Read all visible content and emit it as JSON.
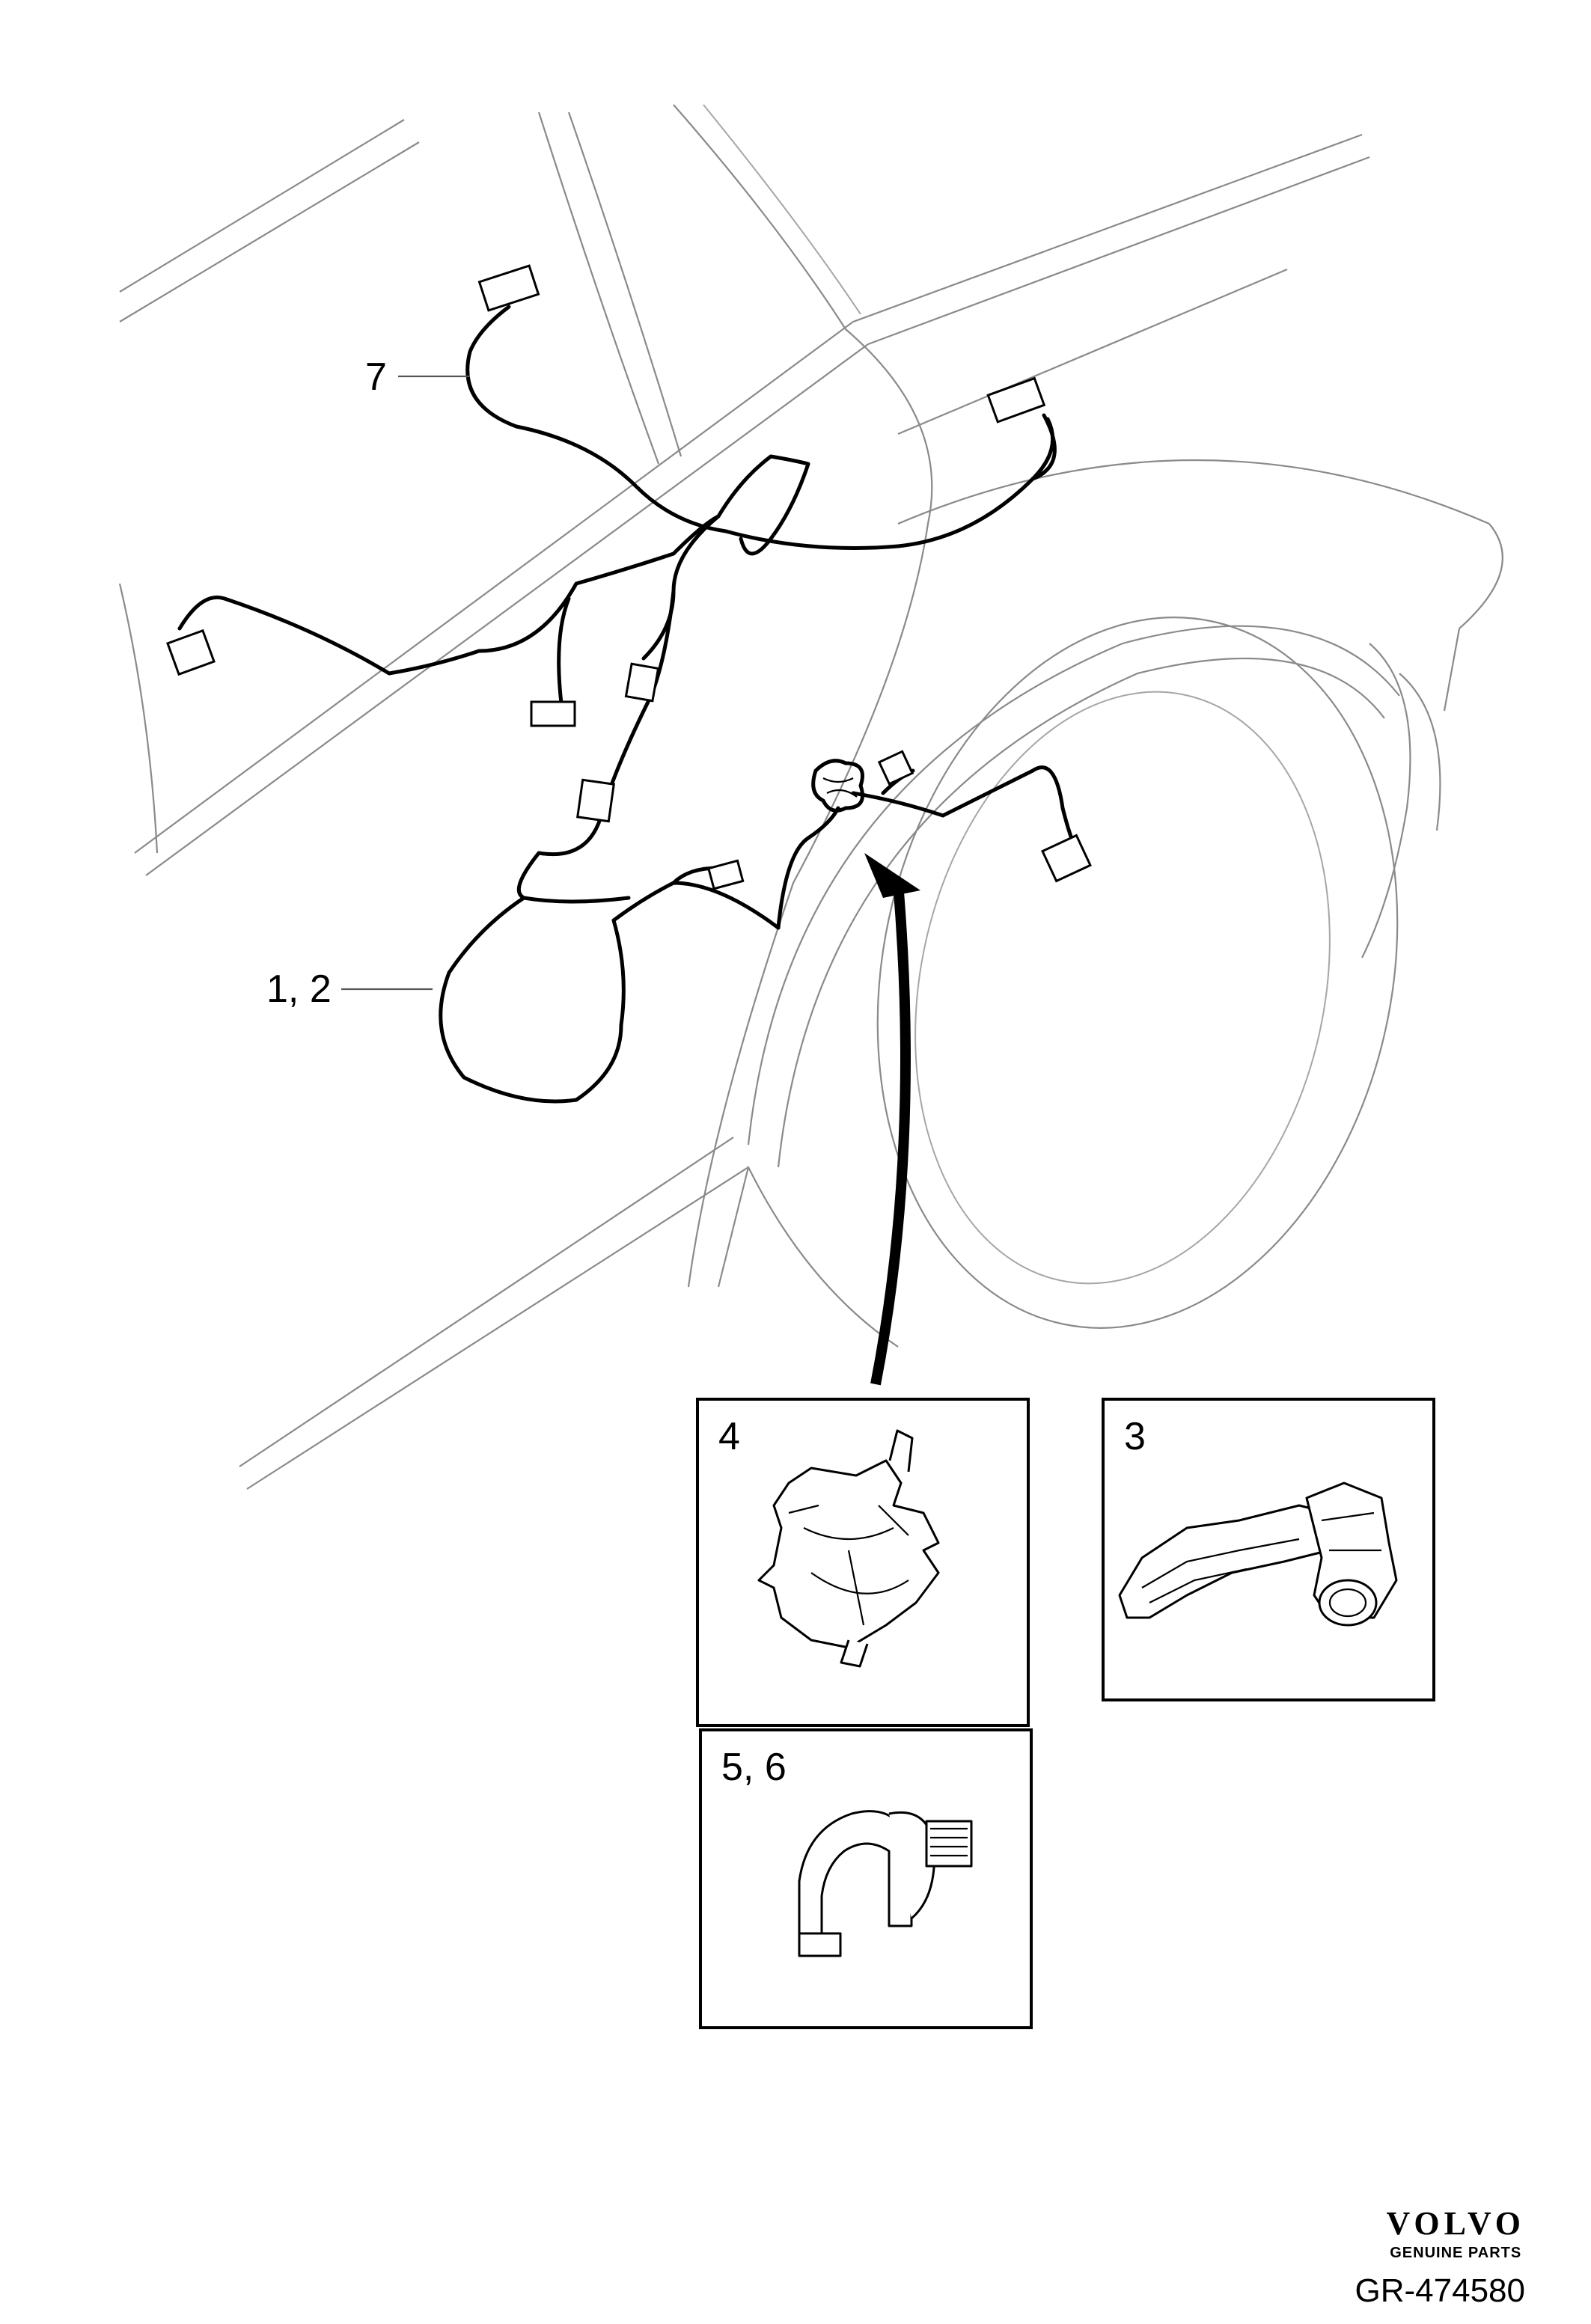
{
  "callouts": {
    "harness_upper": "7",
    "harness_main": "1, 2"
  },
  "detail_boxes": [
    {
      "label": "4",
      "part": "harness-holder"
    },
    {
      "label": "3",
      "part": "cable-clip"
    },
    {
      "label": "5, 6",
      "part": "strap-clip"
    }
  ],
  "brand": {
    "name": "VOLVO",
    "tagline": "GENUINE PARTS"
  },
  "reference": "GR-474580"
}
